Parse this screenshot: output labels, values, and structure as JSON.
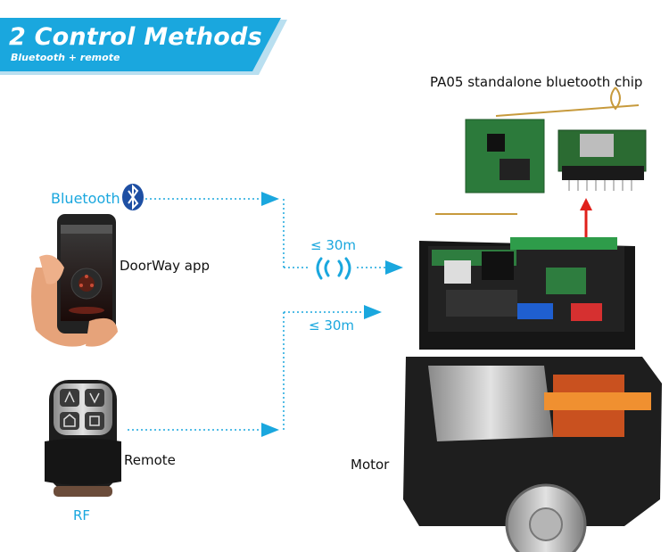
{
  "banner": {
    "title": "2 Control Methods",
    "subtitle": "Bluetooth + remote",
    "color": "#1aa7de"
  },
  "labels": {
    "chip": "PA05 standalone bluetooth chip",
    "bluetooth": "Bluetooth",
    "app": "DoorWay app",
    "distance_top": "≤ 30m",
    "distance_bottom": "≤ 30m",
    "remote": "Remote",
    "rf": "RF",
    "motor": "Motor"
  },
  "icons": {
    "bluetooth": "bluetooth-icon",
    "signal": "signal-waves-icon",
    "phone": "smartphone-icon",
    "remote": "key-fob-remote-icon",
    "motor": "gate-motor-icon",
    "chip": "bluetooth-chip-icon"
  },
  "colors": {
    "accent": "#1aa7de",
    "arrow_red": "#e0201b"
  }
}
